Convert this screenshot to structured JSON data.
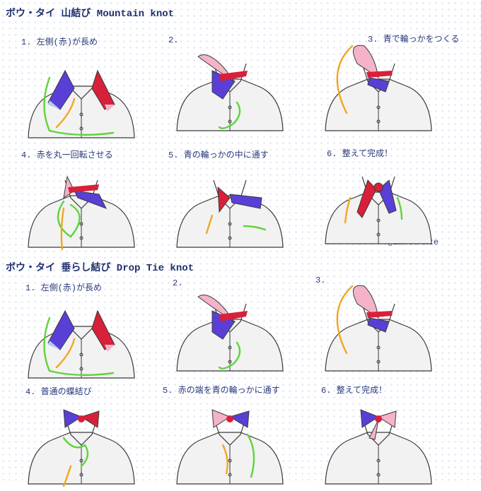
{
  "sections": [
    {
      "title": "ボウ・タイ 山結び Mountain knot",
      "steps": [
        {
          "label": "1. 左側(赤)が長め"
        },
        {
          "label": "2."
        },
        {
          "label": "3. 青で輪っかをつくる"
        },
        {
          "label": "4. 赤を丸一回転させる"
        },
        {
          "label": "5. 青の輪っかの中に通す"
        },
        {
          "label": "6. 整えて完成！"
        }
      ]
    },
    {
      "title": "ボウ・タイ 垂らし結び Drop Tie knot",
      "steps": [
        {
          "label": "1. 左側(赤)が長め"
        },
        {
          "label": "2."
        },
        {
          "label": "3."
        },
        {
          "label": "4. 普通の蝶結び"
        },
        {
          "label": "5. 赤の端を青の輪っかに通す"
        },
        {
          "label": "6. 整えて完成！"
        }
      ]
    }
  ],
  "credit": "@LanteAnte",
  "colors": {
    "red": "#d8203a",
    "blue": "#5a3fd6",
    "pink": "#f4b3c8",
    "lightblue": "#aecdf2",
    "orange_arrow": "#f2a622",
    "green_arrow": "#5ed43a",
    "shirt": "#f2f2f2",
    "outline": "#3a3a3a"
  }
}
